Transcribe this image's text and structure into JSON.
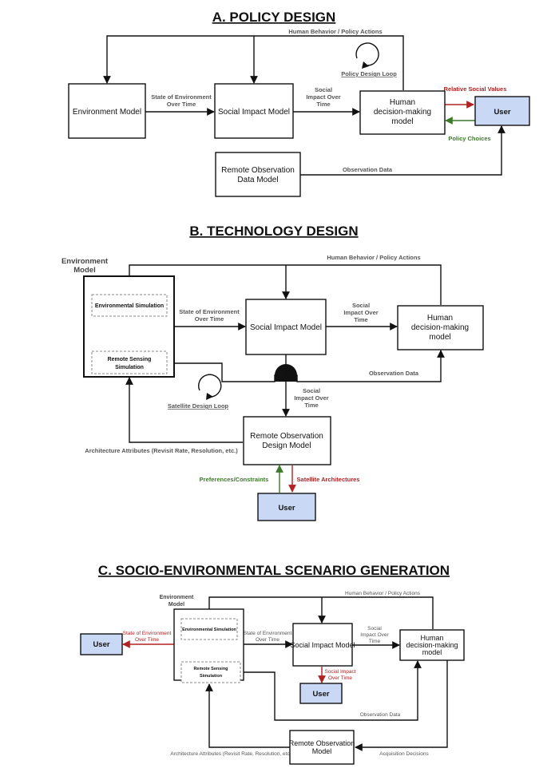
{
  "section_a": {
    "title": "A. POLICY DESIGN",
    "environment_model": "Environment Model",
    "social_impact_model": "Social Impact Model",
    "human_model_line1": "Human",
    "human_model_line2": "decision-making",
    "human_model_line3": "model",
    "user": "User",
    "remote_model_line1": "Remote Observation",
    "remote_model_line2": "Data Model",
    "human_behavior": "Human Behavior / Policy Actions",
    "state_line1": "State of Environment",
    "state_line2": "Over Time",
    "social_line1": "Social",
    "social_line2": "Impact Over",
    "social_line3": "Time",
    "relative_values": "Relative Social Values",
    "policy_choices": "Policy Choices",
    "observation_data": "Observation Data",
    "loop_label": "Policy Design Loop"
  },
  "section_b": {
    "title": "B. TECHNOLOGY DESIGN",
    "env_header_line1": "Environment",
    "env_header_line2": "Model",
    "env_sim": "Environmental Simulation",
    "rs_line1": "Remote Sensing",
    "rs_line2": "Simulation",
    "social_impact_model": "Social Impact Model",
    "human_model_line1": "Human",
    "human_model_line2": "decision-making",
    "human_model_line3": "model",
    "remote_line1": "Remote Observation",
    "remote_line2": "Design Model",
    "user": "User",
    "human_behavior": "Human Behavior / Policy Actions",
    "state_line1": "State of Environment",
    "state_line2": "Over Time",
    "social_line1": "Social",
    "social_line2": "Impact Over",
    "social_line3": "Time",
    "observation_data": "Observation Data",
    "social_down_line1": "Social",
    "social_down_line2": "Impact Over",
    "social_down_line3": "Time",
    "loop_label": "Satellite Design Loop",
    "architecture": "Architecture Attributes (Revisit Rate, Resolution, etc.)",
    "preferences": "Preferences/Constraints",
    "satellite_arch": "Satellite Architectures"
  },
  "section_c": {
    "title": "C. SOCIO-ENVIRONMENTAL SCENARIO GENERATION",
    "env_header_line1": "Environment",
    "env_header_line2": "Model",
    "env_sim": "Environmental Simulation",
    "rs_line1": "Remote Sensing",
    "rs_line2": "Simulation",
    "social_impact_model": "Social Impact Model",
    "human_model_line1": "Human",
    "human_model_line2": "decision-making",
    "human_model_line3": "model",
    "user_left": "User",
    "user_mid": "User",
    "remote_line1": "Remote Observation",
    "remote_line2": "Model",
    "human_behavior": "Human Behavior / Policy Actions",
    "state_red_line1": "State of Environment",
    "state_red_line2": "Over Time",
    "state_line1": "State of Environment",
    "state_line2": "Over Time",
    "social_line1": "Social",
    "social_line2": "Impact Over",
    "social_line3": "Time",
    "social_red_line1": "Social Impact",
    "social_red_line2": "Over Time",
    "observation_data": "Observation Data",
    "architecture": "Architecture Attributes (Revisit Rate, Resolution, etc.)",
    "acquisition": "Acquisition Decisions"
  }
}
